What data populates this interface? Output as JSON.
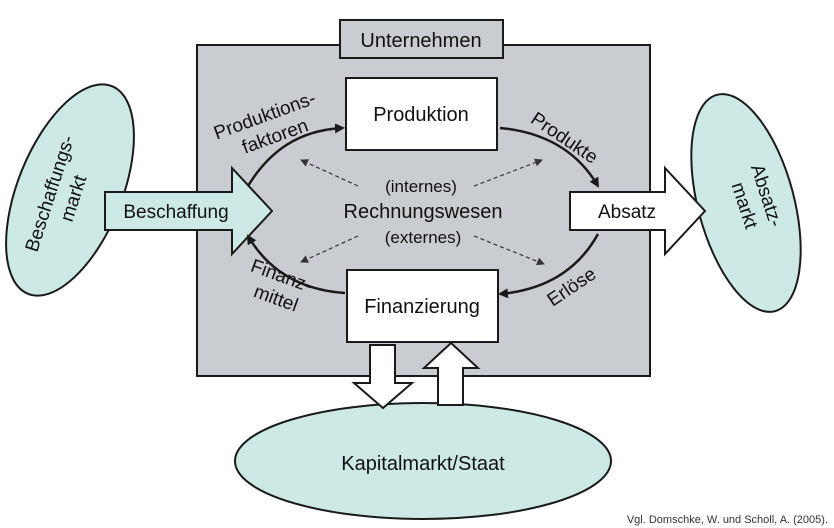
{
  "company": {
    "title": "Unternehmen"
  },
  "core": {
    "production": "Produktion",
    "financing": "Finanzierung",
    "sales": "Absatz",
    "procurement": "Beschaffung"
  },
  "flows": {
    "factors_line1": "Produktions-",
    "factors_line2": "faktoren",
    "products": "Produkte",
    "revenues": "Erlöse",
    "funds_line1": "Finanz-",
    "funds_line2": "mittel"
  },
  "accounting": {
    "internal": "(internes)",
    "main": "Rechnungswesen",
    "external": "(externes)"
  },
  "markets": {
    "procurement_line1": "Beschaffungs-",
    "procurement_line2": "markt",
    "sales_line1": "Absatz-",
    "sales_line2": "markt",
    "capital": "Kapitalmarkt/Staat"
  },
  "source": "Vgl. Domschke, W. und Scholl, A. (2005).",
  "colors": {
    "company_fill": "#c9ccd0",
    "market_fill": "#cde9e6",
    "stroke": "#1a1a1a",
    "dashed": "#333333"
  }
}
